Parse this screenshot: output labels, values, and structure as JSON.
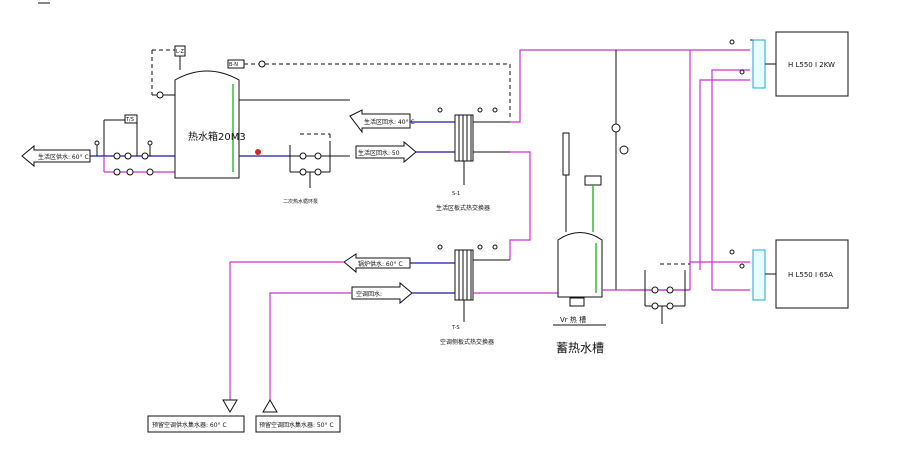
{
  "labels": {
    "domestic_supply_60": "生活区供水: 60° C",
    "domestic_backwater_40": "生活区回水: 40° C",
    "domestic_supply_50": "生活区回水: 50",
    "heating_supply_60": "锅炉供水: 60° C",
    "ac_return": "空调回水:",
    "domestic_plate_hx": "生活区板式热交换器",
    "ac_plate_hx": "空调侧板式热交换器",
    "hot_tank": "热水箱20M3",
    "storage_tank": "蓄热水槽",
    "storage_tank_sub": "Vr 热 槽",
    "pump_group_note": "二次热水循环泵",
    "heat_pump_1": "H L550 I 2KW",
    "heat_pump_2": "H L550 I 65A",
    "bottom_left_box": "预留空调供水集水器: 60° C",
    "bottom_right_box": "预留空调回水集水器: 50° C",
    "small_tag_1": "T/S",
    "small_tag_2": "L-Z",
    "small_tag_3": "B-N",
    "small_tag_4": "S-1",
    "small_tag_5": "T-S"
  }
}
